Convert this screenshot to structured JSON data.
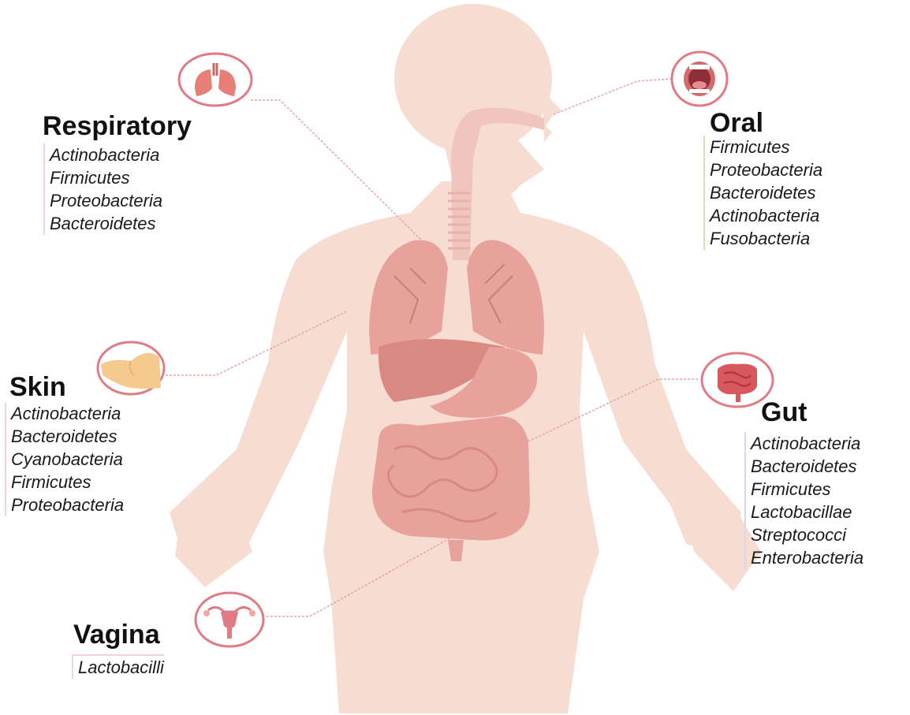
{
  "sites": {
    "respiratory": {
      "title": "Respiratory",
      "icon": "lungs-icon",
      "taxa": [
        "Actinobacteria",
        "Firmicutes",
        "Proteobacteria",
        "Bacteroidetes"
      ]
    },
    "oral": {
      "title": "Oral",
      "icon": "mouth-icon",
      "taxa": [
        "Firmicutes",
        "Proteobacteria",
        "Bacteroidetes",
        "Actinobacteria",
        "Fusobacteria"
      ]
    },
    "skin": {
      "title": "Skin",
      "icon": "skin-icon",
      "taxa": [
        "Actinobacteria",
        "Bacteroidetes",
        "Cyanobacteria",
        "Firmicutes",
        "Proteobacteria"
      ]
    },
    "gut": {
      "title": "Gut",
      "icon": "intestine-icon",
      "taxa": [
        "Actinobacteria",
        "Bacteroidetes",
        "Firmicutes",
        "Lactobacillae",
        "Streptococci",
        "Enterobacteria"
      ]
    },
    "vagina": {
      "title": "Vagina",
      "icon": "uterus-icon",
      "taxa": [
        "Lactobacilli"
      ]
    }
  },
  "colors": {
    "body": "#f7dcd2",
    "organ": "#e8a29c",
    "organ_dark": "#d98882",
    "icon_ring": "#e07a85",
    "connector": "#e8a0aa"
  }
}
